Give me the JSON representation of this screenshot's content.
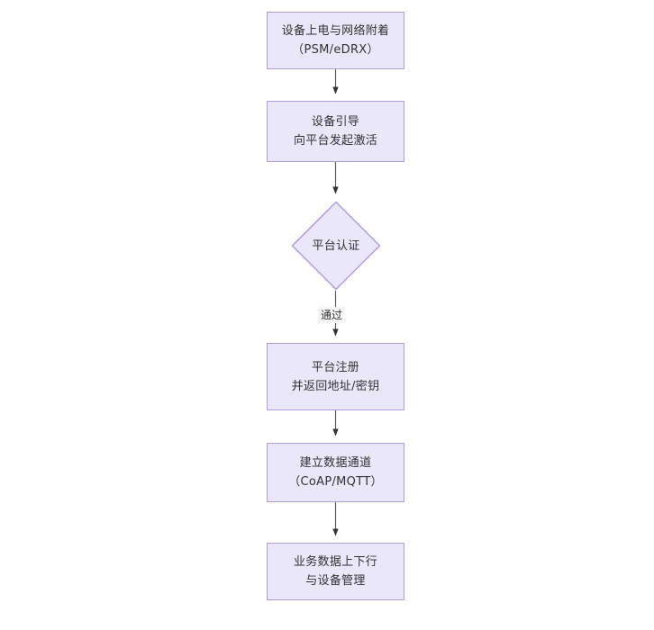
{
  "diagram": {
    "type": "flowchart",
    "orientation": "top-to-bottom",
    "background_color": "#ffffff",
    "node_fill_color": "#e9e7f9",
    "node_border_color": "#b19cdd",
    "edge_color": "#333333",
    "text_color": "#333333",
    "nodes": [
      {
        "id": "n1",
        "shape": "rectangle",
        "line1": "设备上电与网络附着",
        "line2": "（PSM/eDRX）"
      },
      {
        "id": "n2",
        "shape": "rectangle",
        "line1": "设备引导",
        "line2": "向平台发起激活"
      },
      {
        "id": "n3",
        "shape": "diamond",
        "line1": "平台认证",
        "line2": ""
      },
      {
        "id": "n4",
        "shape": "rectangle",
        "line1": "平台注册",
        "line2": "并返回地址/密钥"
      },
      {
        "id": "n5",
        "shape": "rectangle",
        "line1": "建立数据通道",
        "line2": "（CoAP/MQTT）"
      },
      {
        "id": "n6",
        "shape": "rectangle",
        "line1": "业务数据上下行",
        "line2": "与设备管理"
      }
    ],
    "edges": [
      {
        "id": "e1",
        "from": "n1",
        "to": "n2",
        "label": ""
      },
      {
        "id": "e2",
        "from": "n2",
        "to": "n3",
        "label": ""
      },
      {
        "id": "e3",
        "from": "n3",
        "to": "n4",
        "label": "通过"
      },
      {
        "id": "e4",
        "from": "n4",
        "to": "n5",
        "label": ""
      },
      {
        "id": "e5",
        "from": "n5",
        "to": "n6",
        "label": ""
      }
    ]
  }
}
